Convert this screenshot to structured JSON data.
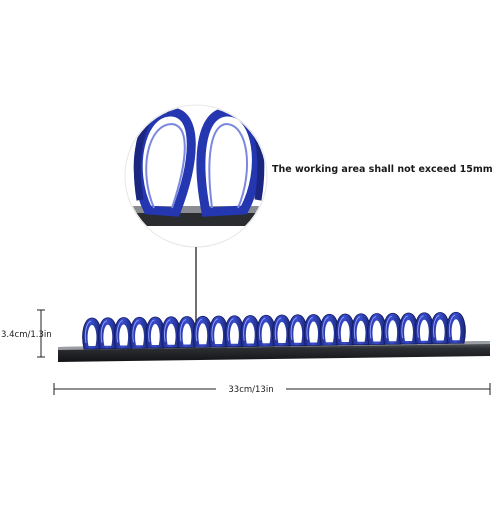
{
  "callout": {
    "text": "The working area shall not exceed 15mm"
  },
  "dimensions": {
    "height_label": "3.4cm/1.3in",
    "width_label": "33cm/13in"
  },
  "product": {
    "loop_count": 24,
    "loop_color": "#2f3fae",
    "spine_color": "#2c2f33"
  }
}
